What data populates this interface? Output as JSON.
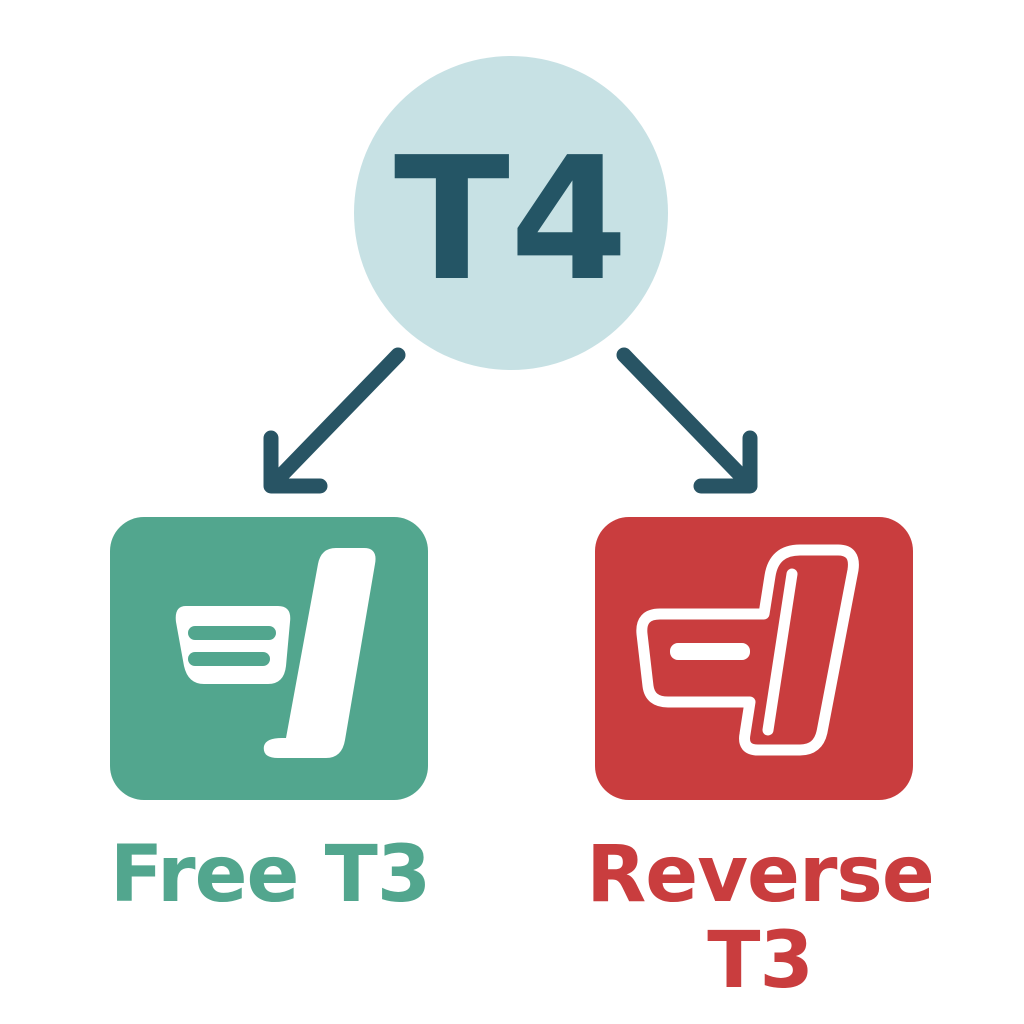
{
  "colors": {
    "root_fill": "#c7e1e4",
    "root_text": "#245565",
    "arrow": "#285464",
    "free": "#52a68e",
    "reverse": "#c93d3e",
    "icon_fg": "#ffffff"
  },
  "root": {
    "label": "T4"
  },
  "branches": {
    "free": {
      "icon": "pedal-icon",
      "label": "Free T3"
    },
    "reverse": {
      "icon": "pedal-outline-icon",
      "label_line1": "Reverse",
      "label_line2": "T3"
    }
  }
}
